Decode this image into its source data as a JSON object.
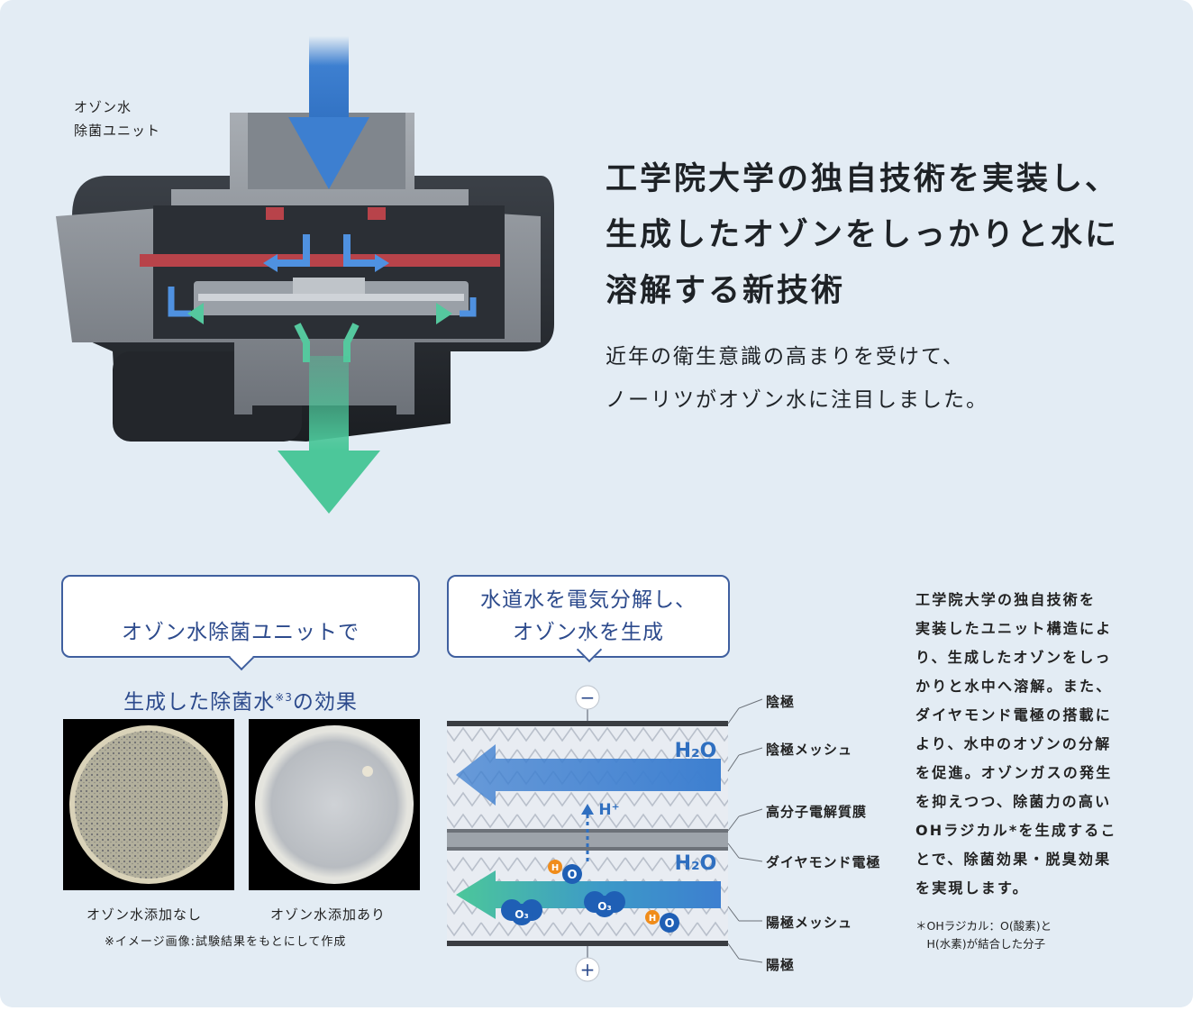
{
  "hero": {
    "unit_label": "オゾン水\n除菌ユニット",
    "headline": "工学院大学の独自技術を実装し、\n生成したオゾンをしっかりと水に\n溶解する新技術",
    "subheadline": "近年の衛生意識の高まりを受けて、\nノーリツがオゾン水に注目しました。"
  },
  "effect": {
    "bubble_line1": "オゾン水除菌ユニットで",
    "bubble_line2_pre": "生成した除菌水",
    "bubble_sup": "※3",
    "bubble_line2_post": "の効果",
    "caption_without": "オゾン水添加なし",
    "caption_with": "オゾン水添加あり",
    "note": "※イメージ画像:試験結果をもとにして作成"
  },
  "process": {
    "bubble": "水道水を電気分解し、\nオゾン水を生成",
    "minus": "−",
    "plus": "+",
    "h2o_top": "H₂O",
    "h2o_bottom": "H₂O",
    "h_plus": "H⁺",
    "o3": "O₃",
    "oh_h": "H",
    "oh_o": "O",
    "labels": [
      "陰極",
      "陰極メッシュ",
      "高分子電解質膜",
      "ダイヤモンド電極",
      "陽極メッシュ",
      "陽極"
    ]
  },
  "description": {
    "body": "工学院大学の独自技術を\n実装したユニット構造によ\nり、生成したオゾンをしっ\nかりと水中へ溶解。また、\nダイヤモンド電極の搭載に\nより、水中のオゾンの分解\nを促進。オゾンガスの発生\nを抑えつつ、除菌力の高い\nOHラジカル*を生成するこ\nとで、除菌効果・脱臭効果\nを実現します。",
    "footnote": "＊OHラジカル：O(酸素)と\n　H(水素)が結合した分子"
  },
  "colors": {
    "background": "#e3ecf4",
    "accent_blue": "#2c4a8c",
    "flow_blue": "#3d7fd0",
    "flow_green": "#4cc79a",
    "oxygen_orange": "#f08c1a"
  }
}
